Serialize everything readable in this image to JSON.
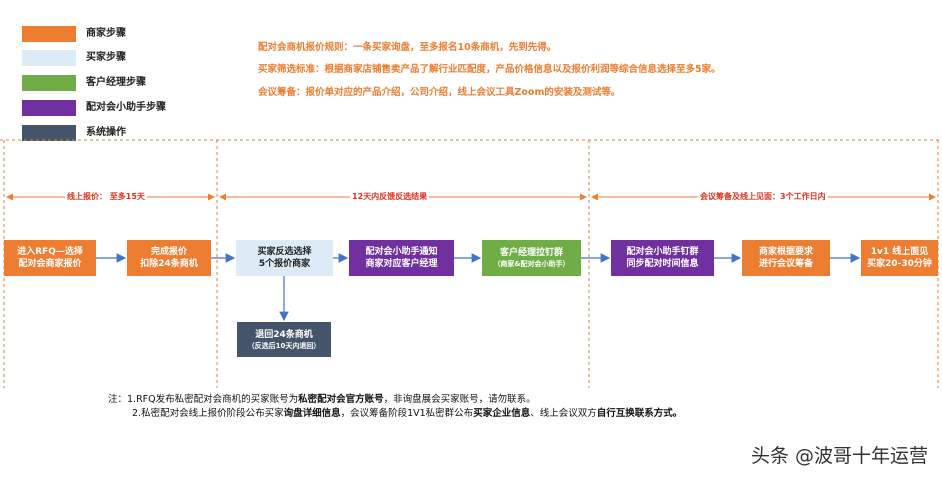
{
  "colors": {
    "merchant": "#ED7D31",
    "buyer": "#DDEBF7",
    "cm": "#70AD47",
    "assistant": "#7030A0",
    "system": "#44546A",
    "accent": "#ED7D31",
    "phase_label": "#E0301E",
    "arrow": "#4472C4"
  },
  "legend": [
    {
      "label": "商家步骤",
      "color": "#ED7D31"
    },
    {
      "label": "买家步骤",
      "color": "#DDEBF7"
    },
    {
      "label": "客户经理步骤",
      "color": "#70AD47"
    },
    {
      "label": "配对会小助手步骤",
      "color": "#7030A0"
    },
    {
      "label": "系统操作",
      "color": "#44546A"
    }
  ],
  "rules": [
    "配对会商机报价规则：一条买家询盘，至多报名10条商机，先到先得。",
    "买家筛选标准：根据商家店铺售卖产品了解行业匹配度，产品价格信息以及报价利润等综合信息选择至多5家。",
    "会议筹备：报价单对应的产品介绍，公司介绍，线上会议工具Zoom的安装及测试等。"
  ],
  "phases": [
    "线上报价： 至多15天",
    "12天内反馈反选结果",
    "会议筹备及线上见面：3个工作日内"
  ],
  "steps": [
    {
      "line1": "进入RFQ—选择",
      "line2": "配对会商家报价",
      "role": "merchant"
    },
    {
      "line1": "完成报价",
      "line2": "扣除24条商机",
      "role": "merchant"
    },
    {
      "line1": "买家反选选择",
      "line2": "5个报价商家",
      "role": "buyer"
    },
    {
      "line1": "配对会小助手通知",
      "line2": "商家对应客户经理",
      "role": "assistant"
    },
    {
      "line1": "客户经理拉钉群",
      "line2": "（商家&配对会小助手）",
      "role": "cm"
    },
    {
      "line1": "配对会小助手钉群",
      "line2": "同步配对时间信息",
      "role": "assistant"
    },
    {
      "line1": "商家根据要求",
      "line2": "进行会议筹备",
      "role": "merchant"
    },
    {
      "line1": "1v1 线上面见",
      "line2": "买家20-30分钟",
      "role": "merchant"
    }
  ],
  "system_step": {
    "line1": "退回24条商机",
    "line2": "（反选后10天内退回）"
  },
  "notes": {
    "n1_prefix": "注：1.RFQ发布私密配对会商机的买家账号为",
    "n1_bold": "私密配对会官方账号",
    "n1_suffix": "，非询盘展会买家账号，请勿联系。",
    "n2_a": "2.私密配对会线上报价阶段公布买家",
    "n2_b": "询盘详细信息",
    "n2_c": "，会议筹备阶段1V1私密群公布",
    "n2_d": "买家企业信息",
    "n2_e": "、线上会议双方",
    "n2_f": "自行互换联系方式。"
  },
  "watermark": "头条 @波哥十年运营"
}
